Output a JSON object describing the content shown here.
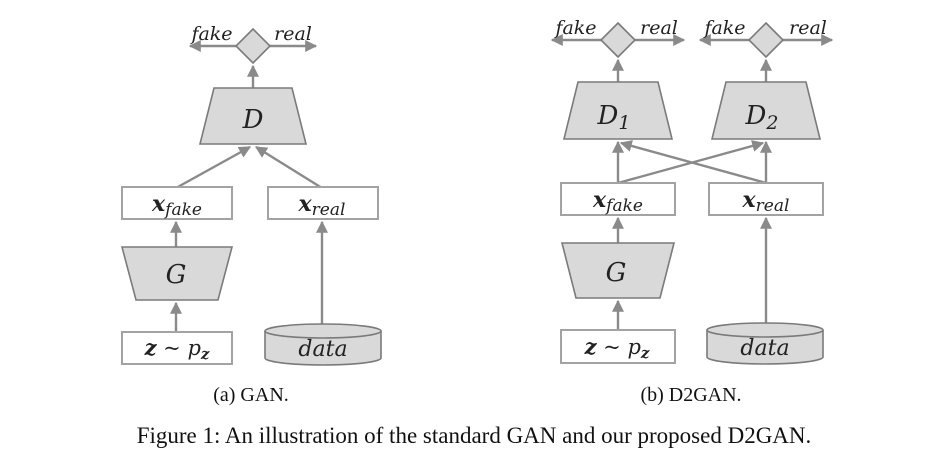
{
  "panel_a": {
    "discriminator": {
      "base": "D",
      "sub": ""
    },
    "output_left": "fake",
    "output_right": "real",
    "x_fake": {
      "base": "x",
      "sub": "fake"
    },
    "x_real": {
      "base": "x",
      "sub": "real"
    },
    "generator": "G",
    "noise": {
      "z": "z",
      "sim": " ~ ",
      "p": "p",
      "p_sub": "z"
    },
    "data": "data",
    "caption": "(a) GAN."
  },
  "panel_b": {
    "discriminator_1": {
      "base": "D",
      "sub": "1"
    },
    "discriminator_2": {
      "base": "D",
      "sub": "2"
    },
    "output_1_left": "fake",
    "output_1_right": "real",
    "output_2_left": "fake",
    "output_2_right": "real",
    "x_fake": {
      "base": "x",
      "sub": "fake"
    },
    "x_real": {
      "base": "x",
      "sub": "real"
    },
    "generator": "G",
    "noise": {
      "z": "z",
      "sim": " ~ ",
      "p": "p",
      "p_sub": "z"
    },
    "data": "data",
    "caption": "(b) D2GAN."
  },
  "figure_caption": "Figure 1: An illustration of the standard GAN and our proposed D2GAN.",
  "colors": {
    "shape_fill": "#d9d9d9",
    "arrow": "#8a8a8a",
    "box_border": "#a3a3a3"
  }
}
